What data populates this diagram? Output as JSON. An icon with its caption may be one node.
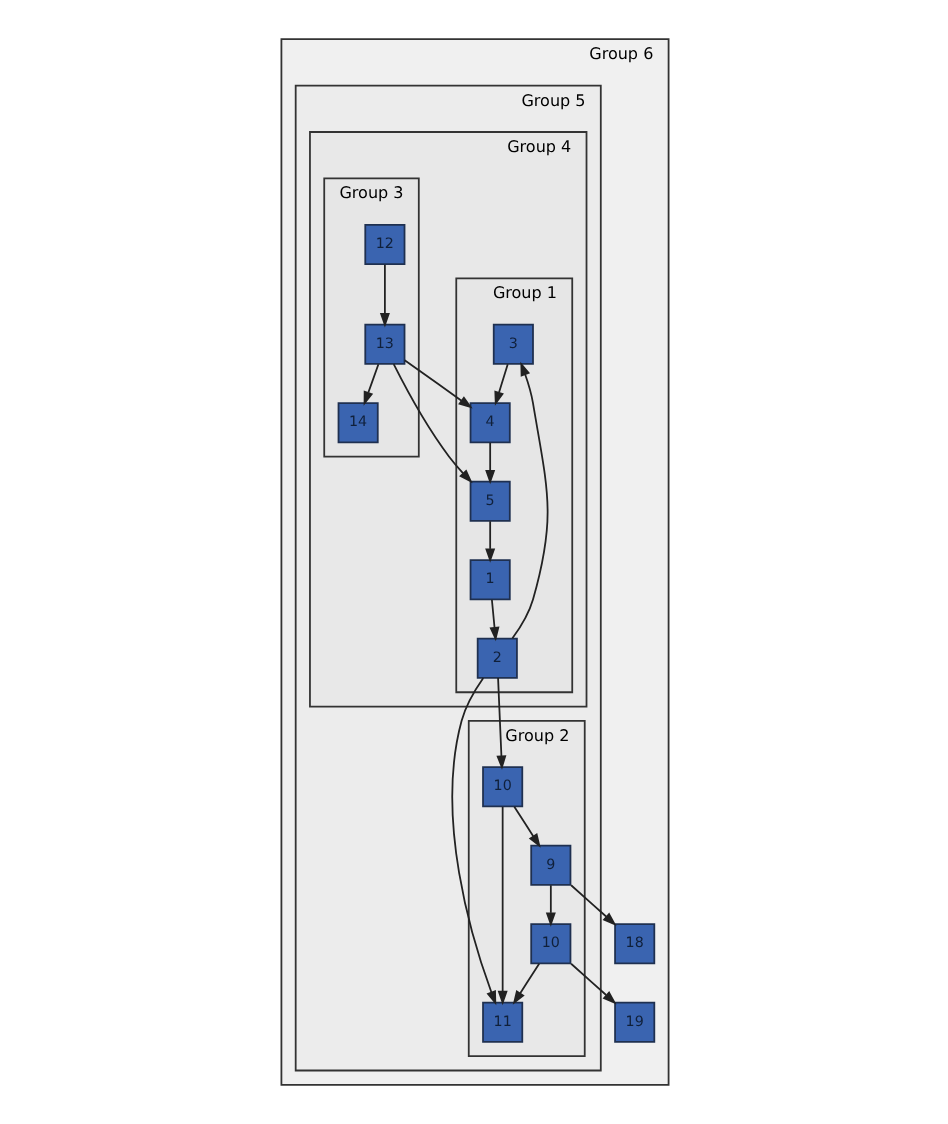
{
  "diagram": {
    "nodes": [
      {
        "text": [
          "Group 6"
        ]
      },
      {
        "text": [
          "Group 5"
        ],
        "in": 0
      },
      {
        "text": [
          "Group 4"
        ],
        "in": 1
      },
      {
        "text": [
          "Group 1"
        ],
        "in": 2
      },
      {
        "text": [
          "3"
        ],
        "in": 3
      },
      {
        "text": [
          "4"
        ],
        "in": 3
      },
      {
        "text": [
          "5"
        ],
        "in": 3
      },
      {
        "text": [
          "2"
        ],
        "in": 3
      },
      {
        "text": [
          "1"
        ],
        "in": 3
      },
      {
        "text": [
          "Group 3"
        ],
        "in": 2
      },
      {
        "text": [
          "13"
        ],
        "in": 9
      },
      {
        "text": [
          "14"
        ],
        "in": 9
      },
      {
        "text": [
          "12"
        ],
        "in": 9
      },
      {
        "text": [
          "Group 2"
        ],
        "in": 1
      },
      {
        "text": [
          "11"
        ],
        "in": 13
      },
      {
        "text": [
          "10"
        ],
        "in": 13
      },
      {
        "text": [
          "10"
        ],
        "in": 13
      },
      {
        "text": [
          "9"
        ],
        "in": 13
      },
      {
        "text": [
          "19"
        ],
        "in": 0
      },
      {
        "text": [
          "18"
        ],
        "in": 0
      }
    ],
    "edges": [
      {
        "from": 4,
        "to": 5,
        "arrow": "to"
      },
      {
        "from": 5,
        "to": 6,
        "arrow": "to"
      },
      {
        "from": 6,
        "to": 8,
        "arrow": "to"
      },
      {
        "from": 8,
        "to": 7,
        "arrow": "to"
      },
      {
        "from": 7,
        "to": 4,
        "arrow": "to"
      },
      {
        "from": 10,
        "to": 5,
        "arrow": "to"
      },
      {
        "from": 10,
        "to": 6,
        "arrow": "to"
      },
      {
        "from": 10,
        "to": 11,
        "arrow": "to"
      },
      {
        "from": 12,
        "to": 10,
        "arrow": "to"
      },
      {
        "from": 7,
        "to": 14,
        "arrow": "to"
      },
      {
        "from": 7,
        "to": 15,
        "arrow": "to"
      },
      {
        "from": 15,
        "to": 14,
        "arrow": "to"
      },
      {
        "from": 15,
        "to": 17,
        "arrow": "to"
      },
      {
        "from": 17,
        "to": 16,
        "arrow": "to"
      },
      {
        "from": 16,
        "to": 14,
        "arrow": "to"
      },
      {
        "from": 16,
        "to": 18,
        "arrow": "to"
      },
      {
        "from": 17,
        "to": 19,
        "arrow": "to"
      }
    ]
  }
}
